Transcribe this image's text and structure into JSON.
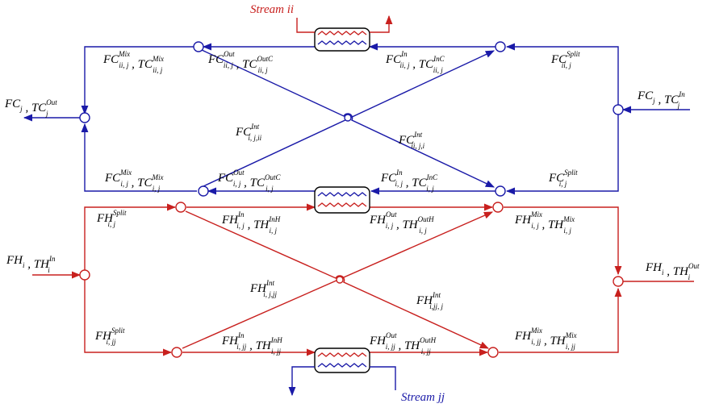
{
  "colors": {
    "cold": "#1a1aa8",
    "hot": "#c8201e",
    "hx_border": "#000000"
  },
  "streams": {
    "top": "Stream ii",
    "bottom": "Stream jj"
  },
  "labels": {
    "fc_out": {
      "a": "FC",
      "a_sub": "j",
      "sep": " , ",
      "b": "TC",
      "b_sup": "Out",
      "b_sub": "j"
    },
    "fc_in": {
      "a": "FC",
      "a_sub": "j",
      "sep": " , ",
      "b": "TC",
      "b_sup": "In",
      "b_sub": "j"
    },
    "fc_mix_iij": {
      "a": "FC",
      "a_sup": "Mix",
      "a_sub": "ii, j",
      "sep": " , ",
      "b": "TC",
      "b_sup": "Mix",
      "b_sub": "ii, j"
    },
    "fc_out_iij": {
      "a": "FC",
      "a_sup": "Out",
      "a_sub": "ii, j",
      "sep": " , ",
      "b": "TC",
      "b_sup": "OutC",
      "b_sub": "ii, j"
    },
    "fc_in_iij": {
      "a": "FC",
      "a_sup": "In",
      "a_sub": "ii, j",
      "sep": " , ",
      "b": "TC",
      "b_sup": "InC",
      "b_sub": "ii, j"
    },
    "fc_split_iij": {
      "a": "FC",
      "a_sup": "Split",
      "a_sub": "ii, j"
    },
    "fc_int_ijii": {
      "a": "FC",
      "a_sup": "Int",
      "a_sub": "i, j,ii"
    },
    "fc_int_iiji": {
      "a": "FC",
      "a_sup": "Int",
      "a_sub": "ii, j,i"
    },
    "fc_mix_ij": {
      "a": "FC",
      "a_sup": "Mix",
      "a_sub": "i, j",
      "sep": " , ",
      "b": "TC",
      "b_sup": "Mix",
      "b_sub": "i, j"
    },
    "fc_out_ij": {
      "a": "FC",
      "a_sup": "Out",
      "a_sub": "i, j",
      "sep": " , ",
      "b": "TC",
      "b_sup": "OutC",
      "b_sub": "i, j"
    },
    "fc_in_ij": {
      "a": "FC",
      "a_sup": "In",
      "a_sub": "i, j",
      "sep": " , ",
      "b": "TC",
      "b_sup": "InC",
      "b_sub": "i, j"
    },
    "fc_split_ij": {
      "a": "FC",
      "a_sup": "Split",
      "a_sub": "i, j"
    },
    "fh_split_ij": {
      "a": "FH",
      "a_sup": "Split",
      "a_sub": "i, j"
    },
    "fh_in_ij": {
      "a": "FH",
      "a_sup": "In",
      "a_sub": "i, j",
      "sep": " , ",
      "b": "TH",
      "b_sup": "InH",
      "b_sub": "i, j"
    },
    "fh_out_ij": {
      "a": "FH",
      "a_sup": "Out",
      "a_sub": "i, j",
      "sep": " , ",
      "b": "TH",
      "b_sup": "OutH",
      "b_sub": "i, j"
    },
    "fh_mix_ij": {
      "a": "FH",
      "a_sup": "Mix",
      "a_sub": "i, j",
      "sep": " , ",
      "b": "TH",
      "b_sup": "Mix",
      "b_sub": "i, j"
    },
    "fh_in": {
      "a": "FH",
      "a_sub": "i",
      "sep": " , ",
      "b": "TH",
      "b_sup": "In",
      "b_sub": "i"
    },
    "fh_out": {
      "a": "FH",
      "a_sub": "i",
      "sep": " , ",
      "b": "TH",
      "b_sup": "Out",
      "b_sub": "i"
    },
    "fh_int_ijjj": {
      "a": "FH",
      "a_sup": "Int",
      "a_sub": "i, j,jj"
    },
    "fh_int_ijji": {
      "a": "FH",
      "a_sup": "Int",
      "a_sub": "i,jj, j"
    },
    "fh_split_ijj": {
      "a": "FH",
      "a_sup": "Split",
      "a_sub": "i, jj"
    },
    "fh_in_ijj": {
      "a": "FH",
      "a_sup": "In",
      "a_sub": "i, jj",
      "sep": " , ",
      "b": "TH",
      "b_sup": "InH",
      "b_sub": "i, jj"
    },
    "fh_out_ijj": {
      "a": "FH",
      "a_sup": "Out",
      "a_sub": "i, jj",
      "sep": " , ",
      "b": "TH",
      "b_sup": "OutH",
      "b_sub": "i, jj"
    },
    "fh_mix_ijj": {
      "a": "FH",
      "a_sup": "Mix",
      "a_sub": "i, jj",
      "sep": " , ",
      "b": "TH",
      "b_sup": "Mix",
      "b_sub": "i, jj"
    }
  }
}
